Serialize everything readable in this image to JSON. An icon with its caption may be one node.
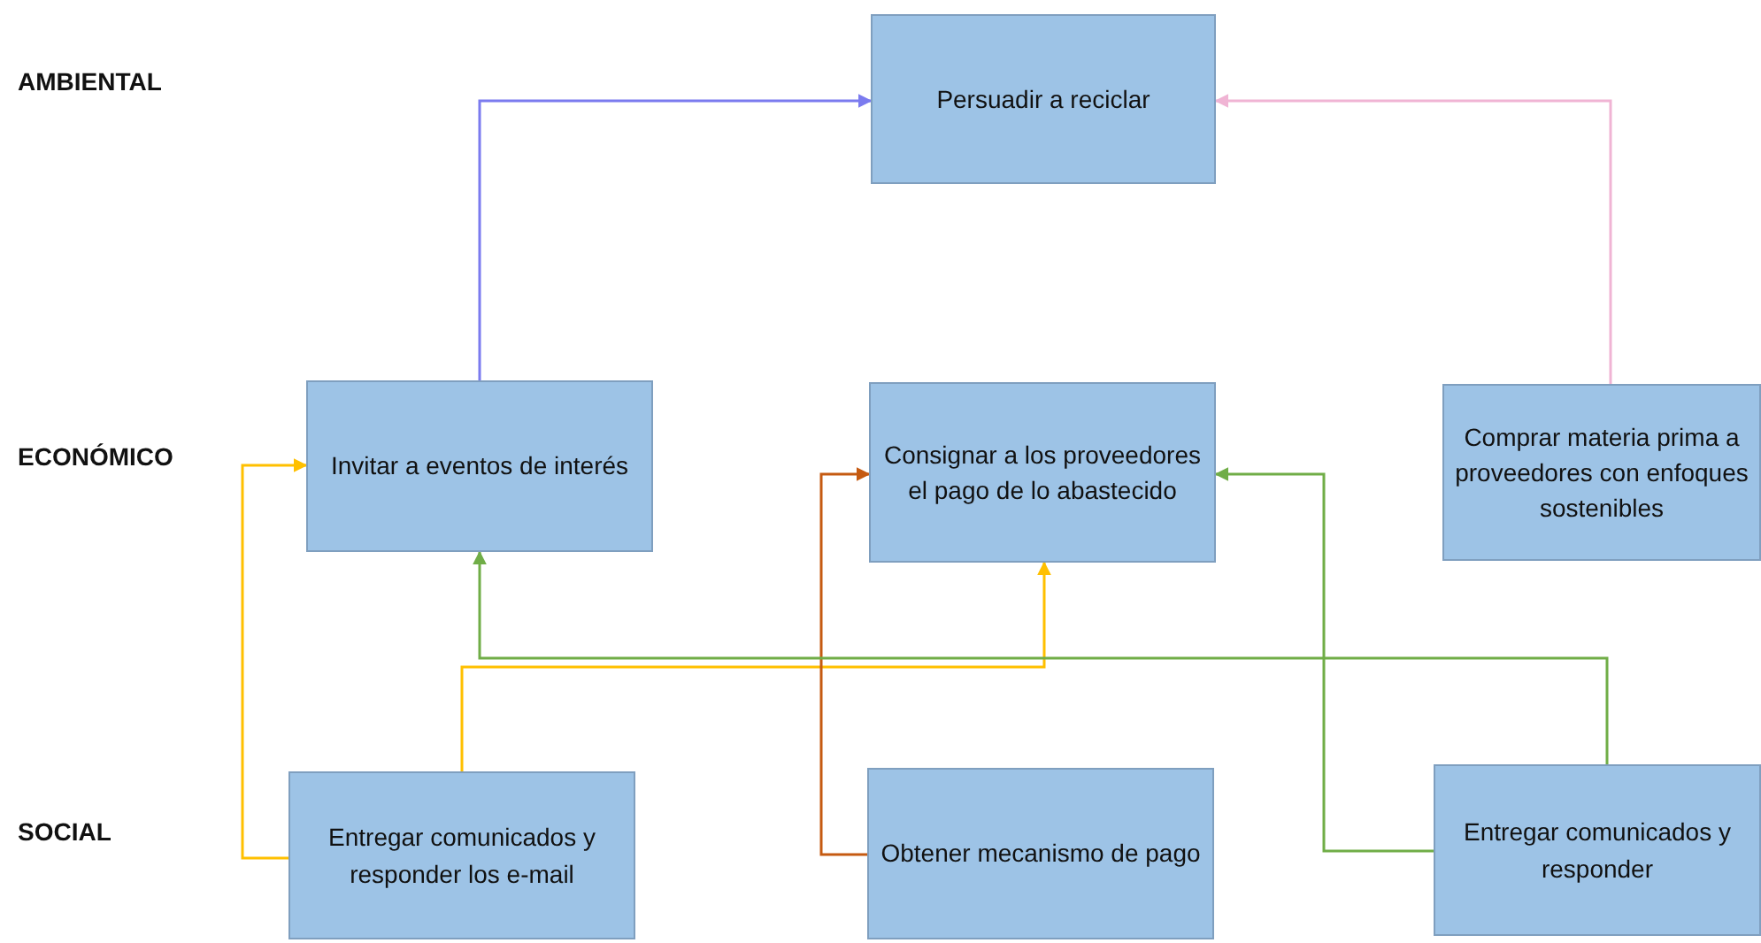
{
  "diagram": {
    "nodes": [
      {
        "text": [
          "Persuadir a reciclar"
        ]
      },
      {
        "text": [
          "Invitar a eventos de interés"
        ]
      },
      {
        "text": [
          "Consignar a los proveedores el pago de lo abastecido"
        ]
      },
      {
        "text": [
          "Comprar materia prima a proveedores con enfoques sostenibles"
        ]
      },
      {
        "text": [
          "Entregar comunicados y responder los e-mail"
        ]
      },
      {
        "text": [
          "Obtener mecanismo de pago"
        ]
      },
      {
        "text": [
          "Entregar comunicados y responder"
        ]
      }
    ],
    "edges": [
      {
        "from": 1,
        "to": 0,
        "arrow": "to",
        "color": "#7b7bef"
      },
      {
        "from": 3,
        "to": 0,
        "arrow": "to",
        "color": "#f0b4d4"
      },
      {
        "from": 4,
        "to": 1,
        "arrow": "to",
        "color": "#ffc000"
      },
      {
        "from": 4,
        "to": 2,
        "arrow": "to",
        "color": "#ffc000"
      },
      {
        "from": 5,
        "to": 2,
        "arrow": "to",
        "color": "#c55a11"
      },
      {
        "from": 6,
        "to": 1,
        "arrow": "to",
        "color": "#70ad47"
      },
      {
        "from": 6,
        "to": 2,
        "arrow": "to",
        "color": "#70ad47"
      }
    ],
    "labels": [
      "AMBIENTAL",
      "ECONÓMICO",
      "SOCIAL"
    ]
  }
}
